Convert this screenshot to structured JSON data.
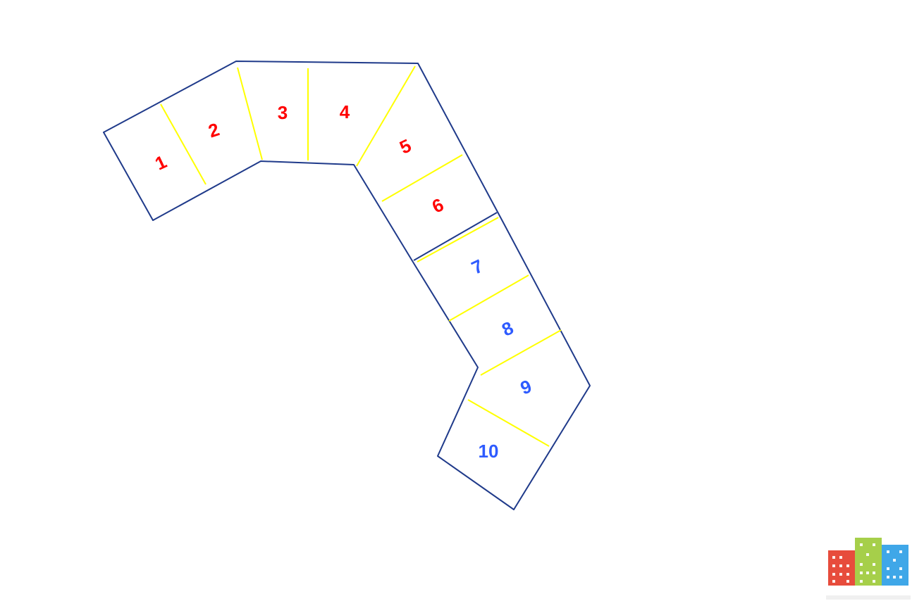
{
  "colors": {
    "outline": "#1f3a8a",
    "divider": "#ffff00",
    "label_group_a": "#ff0000",
    "label_group_b": "#2e5bff",
    "logo_red": "#e74c3c",
    "logo_green": "#a6cf4a",
    "logo_blue": "#3fa7e8"
  },
  "units": [
    {
      "id": "1",
      "label": "1",
      "color": "#ff0000"
    },
    {
      "id": "2",
      "label": "2",
      "color": "#ff0000"
    },
    {
      "id": "3",
      "label": "3",
      "color": "#ff0000"
    },
    {
      "id": "4",
      "label": "4",
      "color": "#ff0000"
    },
    {
      "id": "5",
      "label": "5",
      "color": "#ff0000"
    },
    {
      "id": "6",
      "label": "6",
      "color": "#ff0000"
    },
    {
      "id": "7",
      "label": "7",
      "color": "#2e5bff"
    },
    {
      "id": "8",
      "label": "8",
      "color": "#2e5bff"
    },
    {
      "id": "9",
      "label": "9",
      "color": "#2e5bff"
    },
    {
      "id": "10",
      "label": "10",
      "color": "#2e5bff"
    }
  ],
  "logo": {
    "icon": "building-logo-icon"
  }
}
